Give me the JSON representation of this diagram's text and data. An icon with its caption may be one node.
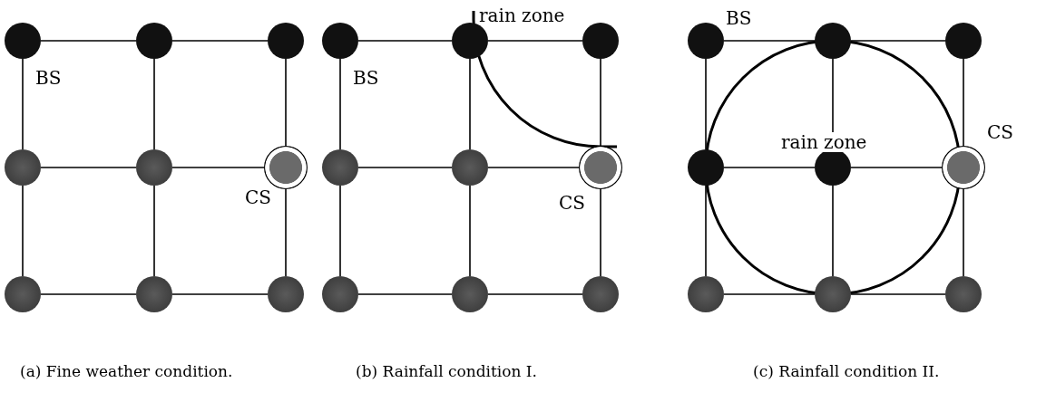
{
  "diagram": {
    "nodes": [
      {
        "text": [],
        "shape": "circle",
        "beside": [
          "BS"
        ]
      },
      {
        "text": [],
        "shape": "circle"
      },
      {
        "text": [],
        "shape": "circle"
      },
      {
        "text": [],
        "shape": "circle"
      },
      {
        "text": [],
        "shape": "circle"
      },
      {
        "text": [],
        "shape": "circle",
        "beside": [
          "CS"
        ]
      },
      {
        "text": [],
        "shape": "circle"
      },
      {
        "text": [],
        "shape": "circle"
      },
      {
        "text": [],
        "shape": "circle"
      },
      {
        "text": [],
        "shape": "circle",
        "beside": [
          "BS"
        ]
      },
      {
        "text": [],
        "shape": "circle"
      },
      {
        "text": [],
        "shape": "circle"
      },
      {
        "text": [],
        "shape": "circle"
      },
      {
        "text": [],
        "shape": "circle"
      },
      {
        "text": [],
        "shape": "circle",
        "beside": [
          "CS"
        ]
      },
      {
        "text": [],
        "shape": "circle"
      },
      {
        "text": [],
        "shape": "circle"
      },
      {
        "text": [],
        "shape": "circle"
      },
      {
        "text": [],
        "shape": "circle",
        "beside": [
          "BS"
        ]
      },
      {
        "text": [],
        "shape": "circle"
      },
      {
        "text": [],
        "shape": "circle"
      },
      {
        "text": [],
        "shape": "circle"
      },
      {
        "text": [],
        "shape": "circle"
      },
      {
        "text": [],
        "shape": "circle",
        "beside": [
          "CS"
        ]
      },
      {
        "text": [],
        "shape": "circle"
      },
      {
        "text": [],
        "shape": "circle"
      },
      {
        "text": [],
        "shape": "circle"
      }
    ],
    "edges": [
      {
        "from": 0,
        "to": 1,
        "arrow": "none"
      },
      {
        "from": 1,
        "to": 2,
        "arrow": "none"
      },
      {
        "from": 3,
        "to": 4,
        "arrow": "none"
      },
      {
        "from": 4,
        "to": 5,
        "arrow": "none"
      },
      {
        "from": 6,
        "to": 7,
        "arrow": "none"
      },
      {
        "from": 7,
        "to": 8,
        "arrow": "none"
      },
      {
        "from": 0,
        "to": 3,
        "arrow": "none"
      },
      {
        "from": 3,
        "to": 6,
        "arrow": "none"
      },
      {
        "from": 1,
        "to": 4,
        "arrow": "none"
      },
      {
        "from": 4,
        "to": 7,
        "arrow": "none"
      },
      {
        "from": 2,
        "to": 5,
        "arrow": "none"
      },
      {
        "from": 5,
        "to": 8,
        "arrow": "none"
      },
      {
        "from": 9,
        "to": 10,
        "arrow": "none"
      },
      {
        "from": 10,
        "to": 11,
        "arrow": "none"
      },
      {
        "from": 12,
        "to": 13,
        "arrow": "none"
      },
      {
        "from": 13,
        "to": 14,
        "arrow": "none"
      },
      {
        "from": 15,
        "to": 16,
        "arrow": "none"
      },
      {
        "from": 16,
        "to": 17,
        "arrow": "none"
      },
      {
        "from": 9,
        "to": 12,
        "arrow": "none"
      },
      {
        "from": 12,
        "to": 15,
        "arrow": "none"
      },
      {
        "from": 10,
        "to": 13,
        "arrow": "none"
      },
      {
        "from": 13,
        "to": 16,
        "arrow": "none"
      },
      {
        "from": 11,
        "to": 14,
        "arrow": "none"
      },
      {
        "from": 14,
        "to": 17,
        "arrow": "none"
      },
      {
        "from": 18,
        "to": 19,
        "arrow": "none"
      },
      {
        "from": 19,
        "to": 20,
        "arrow": "none"
      },
      {
        "from": 21,
        "to": 22,
        "arrow": "none"
      },
      {
        "from": 22,
        "to": 23,
        "arrow": "none"
      },
      {
        "from": 24,
        "to": 25,
        "arrow": "none"
      },
      {
        "from": 25,
        "to": 26,
        "arrow": "none"
      },
      {
        "from": 18,
        "to": 21,
        "arrow": "none"
      },
      {
        "from": 21,
        "to": 24,
        "arrow": "none"
      },
      {
        "from": 19,
        "to": 22,
        "arrow": "none"
      },
      {
        "from": 22,
        "to": 25,
        "arrow": "none"
      },
      {
        "from": 20,
        "to": 23,
        "arrow": "none"
      },
      {
        "from": 23,
        "to": 26,
        "arrow": "none"
      }
    ],
    "labels": [
      "rain zone",
      "rain zone",
      "(a) Fine weather condition.",
      "(b) Rainfall condition I.",
      "(c) Rainfall condition II."
    ]
  }
}
